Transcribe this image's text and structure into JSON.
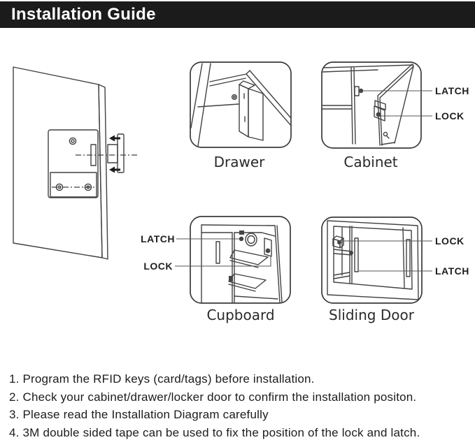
{
  "header": {
    "title": "Installation Guide"
  },
  "panels": {
    "drawer": {
      "caption": "Drawer"
    },
    "cabinet": {
      "caption": "Cabinet",
      "latch_label": "LATCH",
      "lock_label": "LOCK"
    },
    "cupboard": {
      "caption": "Cupboard",
      "latch_label": "LATCH",
      "lock_label": "LOCK"
    },
    "sliding_door": {
      "caption": "Sliding Door",
      "lock_label": "LOCK",
      "latch_label": "LATCH"
    }
  },
  "instructions": [
    "1. Program the RFID keys (card/tags) before installation.",
    "2. Check your cabinet/drawer/locker door to confirm the installation positon.",
    "3. Please read the Installation Diagram carefully",
    "4. 3M double sided tape can be used to fix the position of the lock and latch."
  ],
  "colors": {
    "ink": "#414141",
    "header_bg": "#1b1b1b",
    "header_text": "#ffffff"
  }
}
